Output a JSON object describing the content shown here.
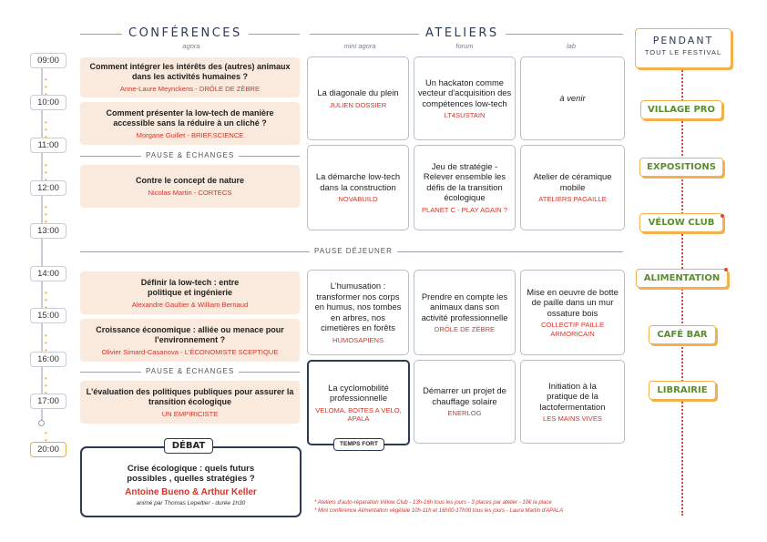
{
  "headers": {
    "conferences": "CONFÉRENCES",
    "ateliers": "ATELIERS",
    "agora": "agora",
    "mini_agora": "mini agora",
    "forum": "forum",
    "lab": "lab"
  },
  "times": [
    "09:00",
    "10:00",
    "11:00",
    "12:00",
    "13:00",
    "14:00",
    "15:00",
    "16:00",
    "17:00",
    "20:00"
  ],
  "pauses": {
    "p1": "PAUSE & ÉCHANGES",
    "lunch": "PAUSE DÉJEUNER",
    "p2": "PAUSE & ÉCHANGES"
  },
  "conferences": [
    {
      "title": "Comment intégrer les intérêts des (autres) animaux dans les activités humaines ?",
      "speaker": "Anne-Laure Meynckens - DRÔLE DE ZÈBRE"
    },
    {
      "title": "Comment présenter la low-tech de manière accessible sans la réduire à un cliché ?",
      "speaker": "Morgane Guillet - BRIEF.SCIENCE"
    },
    {
      "title": "Contre le concept de nature",
      "speaker": "Nicolas Martin - CORTECS"
    },
    {
      "title": "Définir la low-tech : entre politique et ingénierie",
      "speaker": "Alexandre Gaultier & William Bernaud"
    },
    {
      "title": "Croissance économique : alliée ou menace pour l'environnement ?",
      "speaker": "Olivier Simard-Casanova - L'ÉCONOMISTE SCEPTIQUE"
    },
    {
      "title": "L'évaluation des politiques publiques pour assurer la transition écologique",
      "speaker": "UN EMPIRICISTE"
    }
  ],
  "ateliers": [
    {
      "title": "La diagonale du plein",
      "org": "JULIEN DOSSIER"
    },
    {
      "title": "Un hackaton comme vecteur d'acquisition des compétences low-tech",
      "org": "LT4SUSTAIN"
    },
    {
      "title": "à venir",
      "org": ""
    },
    {
      "title": "La démarche low-tech dans la construction",
      "org": "NOVABUILD"
    },
    {
      "title": "Jeu de stratégie - Relever ensemble les défis de la transition écologique",
      "org": "PLANET C - PLAY AGAIN ?"
    },
    {
      "title": "Atelier de céramique mobile",
      "org": "ATELIERS PAGAILLE"
    },
    {
      "title": "L'humusation : transformer nos corps en humus, nos tombes en arbres, nos cimetières en forêts",
      "org": "HUMOSAPIENS"
    },
    {
      "title": "Prendre en compte les animaux dans son activité professionnelle",
      "org": "DRÔLE DE ZÈBRE"
    },
    {
      "title": "Mise en oeuvre de botte de paille dans un mur ossature bois",
      "org": "COLLECTIF PAILLE ARMORICAIN"
    },
    {
      "title": "La cyclomobilité professionnelle",
      "org": "VELOMA, BOITES A VELO, APALA"
    },
    {
      "title": "Démarrer un projet de chauffage solaire",
      "org": "ENERLOG"
    },
    {
      "title": "Initiation à la pratique de la lactofermentation",
      "org": "LES MAINS VIVES"
    }
  ],
  "temps_fort": "TEMPS FORT",
  "debat": {
    "tag": "DÉBAT",
    "title": "Crise écologique : quels futurs possibles , quelles stratégies ?",
    "speakers": "Antoine Bueno & Arthur Keller",
    "moderator": "animé par Thomas Lepeltier - durée 1h30"
  },
  "festival": {
    "pendant": "PENDANT",
    "tout": "TOUT LE FESTIVAL",
    "items": [
      "VILLAGE PRO",
      "EXPOSITIONS",
      "VÉLOW CLUB",
      "ALIMENTATION",
      "CAFÉ BAR",
      "LIBRAIRIE"
    ]
  },
  "notes": [
    "* Ateliers d'auto-réparation Vélow Club - 13h-16h tous les jours - 3 places par atelier - 10€ la place",
    "* Mini conférence Alimentation végétale 10h-11h et 16h00-17h00 tous les jours - Laura Martin d'APALA"
  ],
  "colors": {
    "navy": "#2d3a55",
    "red": "#d0362a",
    "peach": "#f9eadd",
    "orange": "#f3b04c",
    "green": "#5b8d2e"
  }
}
